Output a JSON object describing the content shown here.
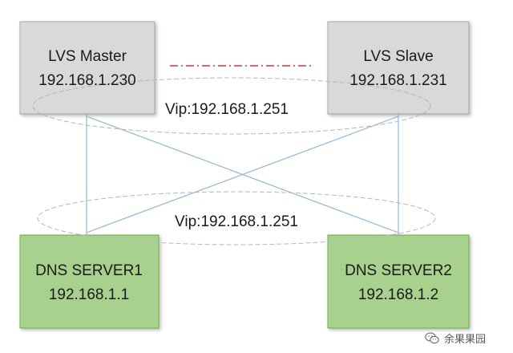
{
  "diagram": {
    "lvs_master": {
      "title": "LVS Master",
      "ip": "192.168.1.230"
    },
    "lvs_slave": {
      "title": "LVS Slave",
      "ip": "192.168.1.231"
    },
    "dns1": {
      "title": "DNS SERVER1",
      "ip": "192.168.1.1"
    },
    "dns2": {
      "title": "DNS SERVER2",
      "ip": "192.168.1.2"
    },
    "vip_top": "Vip:192.168.1.251",
    "vip_bottom": "Vip:192.168.1.251"
  },
  "watermark": {
    "icon": "wechat-icon",
    "text": "余果果园"
  },
  "colors": {
    "lvs_fill": "#d9d9d9",
    "lvs_border": "#a6a6a6",
    "dns_fill": "#a9d18e",
    "dns_border": "#70ad47",
    "connector": "#8fb4d8",
    "heartbeat": "#e0303a",
    "ellipse": "#b7b7b7"
  }
}
